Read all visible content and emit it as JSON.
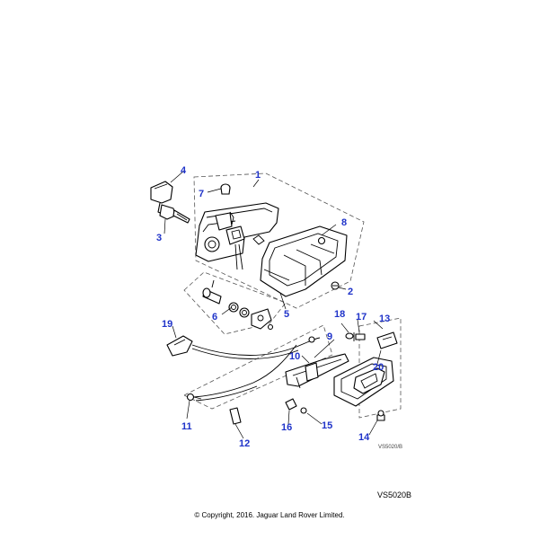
{
  "diagram": {
    "callouts": [
      "1",
      "2",
      "3",
      "4",
      "5",
      "6",
      "7",
      "8",
      "9",
      "10",
      "11",
      "12",
      "13",
      "14",
      "15",
      "16",
      "17",
      "18",
      "19",
      "20"
    ],
    "drawing_code": "VS5020/B",
    "reference": "VS5020B",
    "copyright": "© Copyright, 2016. Jaguar Land Rover Limited."
  }
}
